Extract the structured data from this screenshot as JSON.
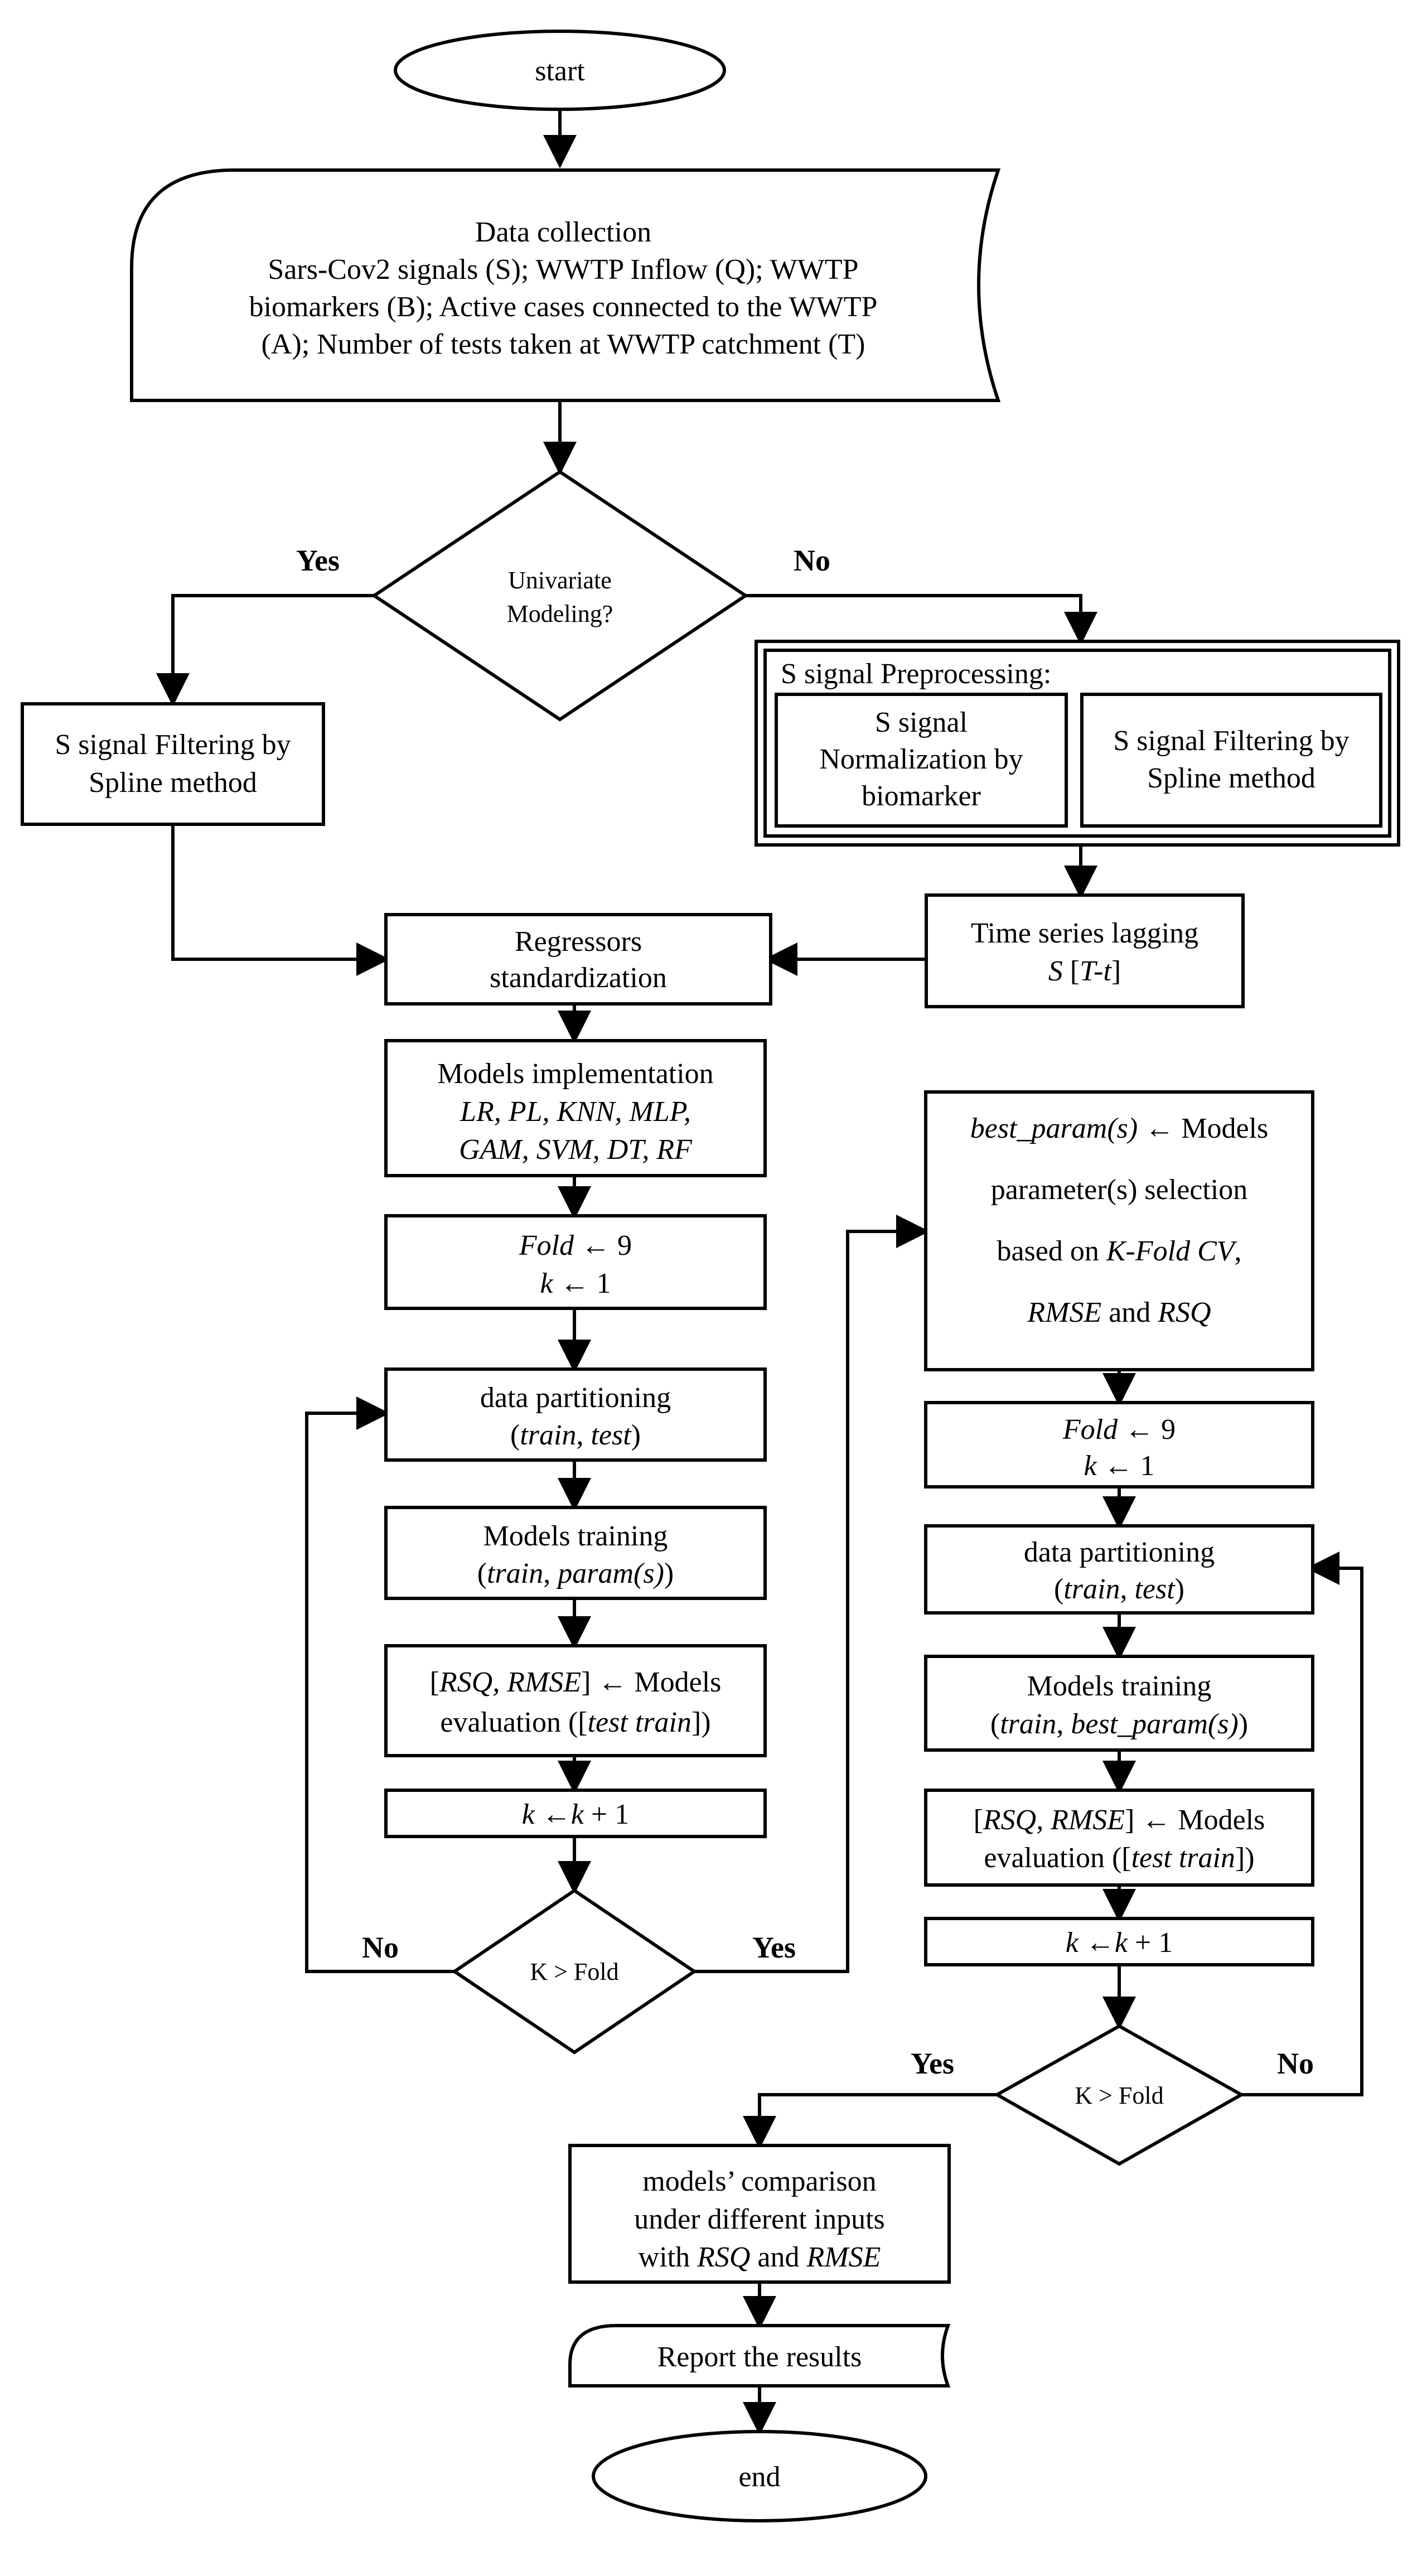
{
  "nodes": {
    "start": "start",
    "data_collection": {
      "title": "Data collection",
      "line1": "Sars-Cov2 signals (S); WWTP Inflow (Q); WWTP",
      "line2": "biomarkers (B); Active cases connected to the WWTP",
      "line3": "(A); Number of tests taken at WWTP catchment (T)"
    },
    "univariate": {
      "line1": "Univariate",
      "line2": "Modeling?"
    },
    "filter_left": {
      "line1": "S signal Filtering by",
      "line2": "Spline method"
    },
    "preprocessing_title": "S signal Preprocessing:",
    "normalization": {
      "line1": "S signal",
      "line2": "Normalization by",
      "line3": "biomarker"
    },
    "filter_right": {
      "line1": "S signal Filtering by",
      "line2": "Spline method"
    },
    "lagging": {
      "line1": "Time series lagging",
      "line2_a": "S",
      "line2_b": " [",
      "line2_c": "T-t",
      "line2_d": "]"
    },
    "standardization": {
      "line1": "Regressors",
      "line2": "standardization"
    },
    "models_impl": {
      "line1": "Models implementation",
      "line2": "LR, PL, KNN, MLP,",
      "line3": "GAM, SVM, DT, RF"
    },
    "fold_left": {
      "fold_var": "Fold",
      "fold_rest": " ← 9",
      "k_var": "k",
      "k_rest": " ← 1"
    },
    "partition_left": {
      "line1": "data partitioning",
      "line2_a": "(",
      "line2_b": "train",
      "line2_c": ", ",
      "line2_d": "test",
      "line2_e": ")"
    },
    "training_left": {
      "line1": "Models training",
      "line2_a": "(",
      "line2_b": "train",
      "line2_c": ", ",
      "line2_d": "param(s)",
      "line2_e": ")"
    },
    "eval_left": {
      "line1_a": "[",
      "line1_b": "RSQ, RMSE",
      "line1_c": "] ← Models",
      "line2_a": "evaluation ([",
      "line2_b": "test train",
      "line2_c": "])"
    },
    "kinc_left": {
      "k1": "k",
      "mid": " ←",
      "k2": "k",
      "rest": " + 1"
    },
    "decision_left": "K > Fold",
    "best_params": {
      "line1_a": "best_param(s)",
      "line1_b": " ← Models",
      "line2": "parameter(s) selection",
      "line3_a": "based on ",
      "line3_b": "K-Fold CV",
      "line3_c": ",",
      "line4_a": "RMSE",
      "line4_b": " and ",
      "line4_c": "RSQ"
    },
    "fold_right": {
      "fold_var": "Fold",
      "fold_rest": " ← 9",
      "k_var": "k",
      "k_rest": " ← 1"
    },
    "partition_right": {
      "line1": "data partitioning",
      "line2_a": "(",
      "line2_b": "train",
      "line2_c": ", ",
      "line2_d": "test",
      "line2_e": ")"
    },
    "training_right": {
      "line1": "Models training",
      "line2_a": "(",
      "line2_b": "train",
      "line2_c": ", ",
      "line2_d": "best_param(s)",
      "line2_e": ")"
    },
    "eval_right": {
      "line1_a": "[",
      "line1_b": "RSQ, RMSE",
      "line1_c": "] ← Models",
      "line2_a": "evaluation ([",
      "line2_b": "test train",
      "line2_c": "])"
    },
    "kinc_right": {
      "k1": "k",
      "mid": " ←",
      "k2": "k",
      "rest": " + 1"
    },
    "decision_right": "K > Fold",
    "comparison": {
      "line1": "models’ comparison",
      "line2": "under different inputs",
      "line3_a": "with ",
      "line3_b": "RSQ",
      "line3_c": " and ",
      "line3_d": "RMSE"
    },
    "report": "Report the results",
    "end": "end"
  },
  "edge_labels": {
    "univariate_yes": "Yes",
    "univariate_no": "No",
    "left_no": "No",
    "left_yes": "Yes",
    "right_yes": "Yes",
    "right_no": "No"
  }
}
